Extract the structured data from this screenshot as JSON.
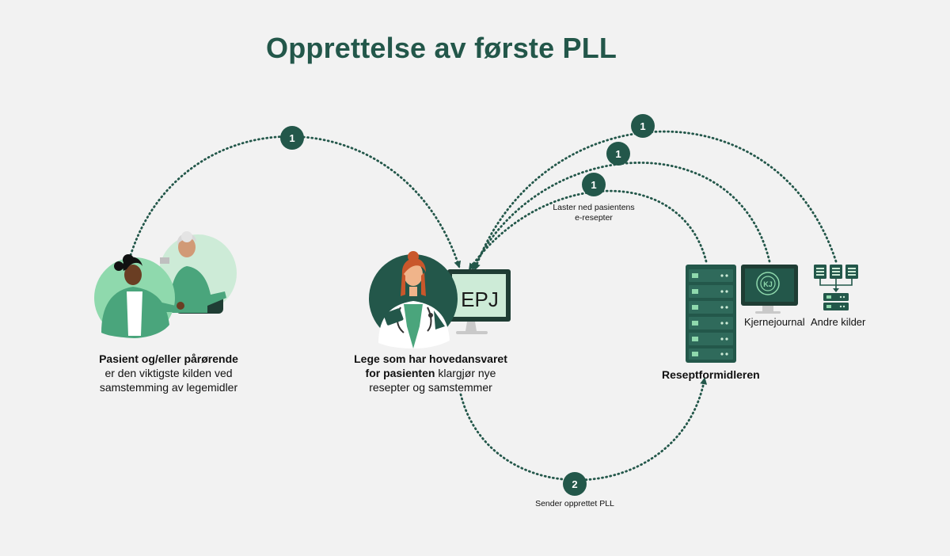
{
  "title": "Opprettelse av første PLL",
  "patient": {
    "bold": "Pasient og/eller pårørende",
    "line2": "er den viktigste kilden ved",
    "line3": "samstemming av legemidler"
  },
  "doctor": {
    "bold1": "Lege som har hovedansvaret",
    "bold2": "for pasienten",
    "rest2": " klargjør nye",
    "line3": "resepter og samstemmer",
    "screen_text": "EPJ"
  },
  "reseptformidleren": {
    "label": "Reseptformidleren"
  },
  "kjernejournal": {
    "label": "Kjernejournal",
    "logo_letter": "KJ"
  },
  "andre_kilder": {
    "label": "Andre kilder"
  },
  "steps": {
    "step1": "1",
    "step2": "2",
    "laster_line1": "Laster ned pasientens",
    "laster_line2": "e-resepter",
    "sender": "Sender opprettet PLL"
  },
  "colors": {
    "dark_green": "#23574a",
    "mid_green": "#4aa57c",
    "light_green": "#8fd9ad",
    "pale_green": "#cdebd7",
    "background": "#f2f2f2"
  }
}
